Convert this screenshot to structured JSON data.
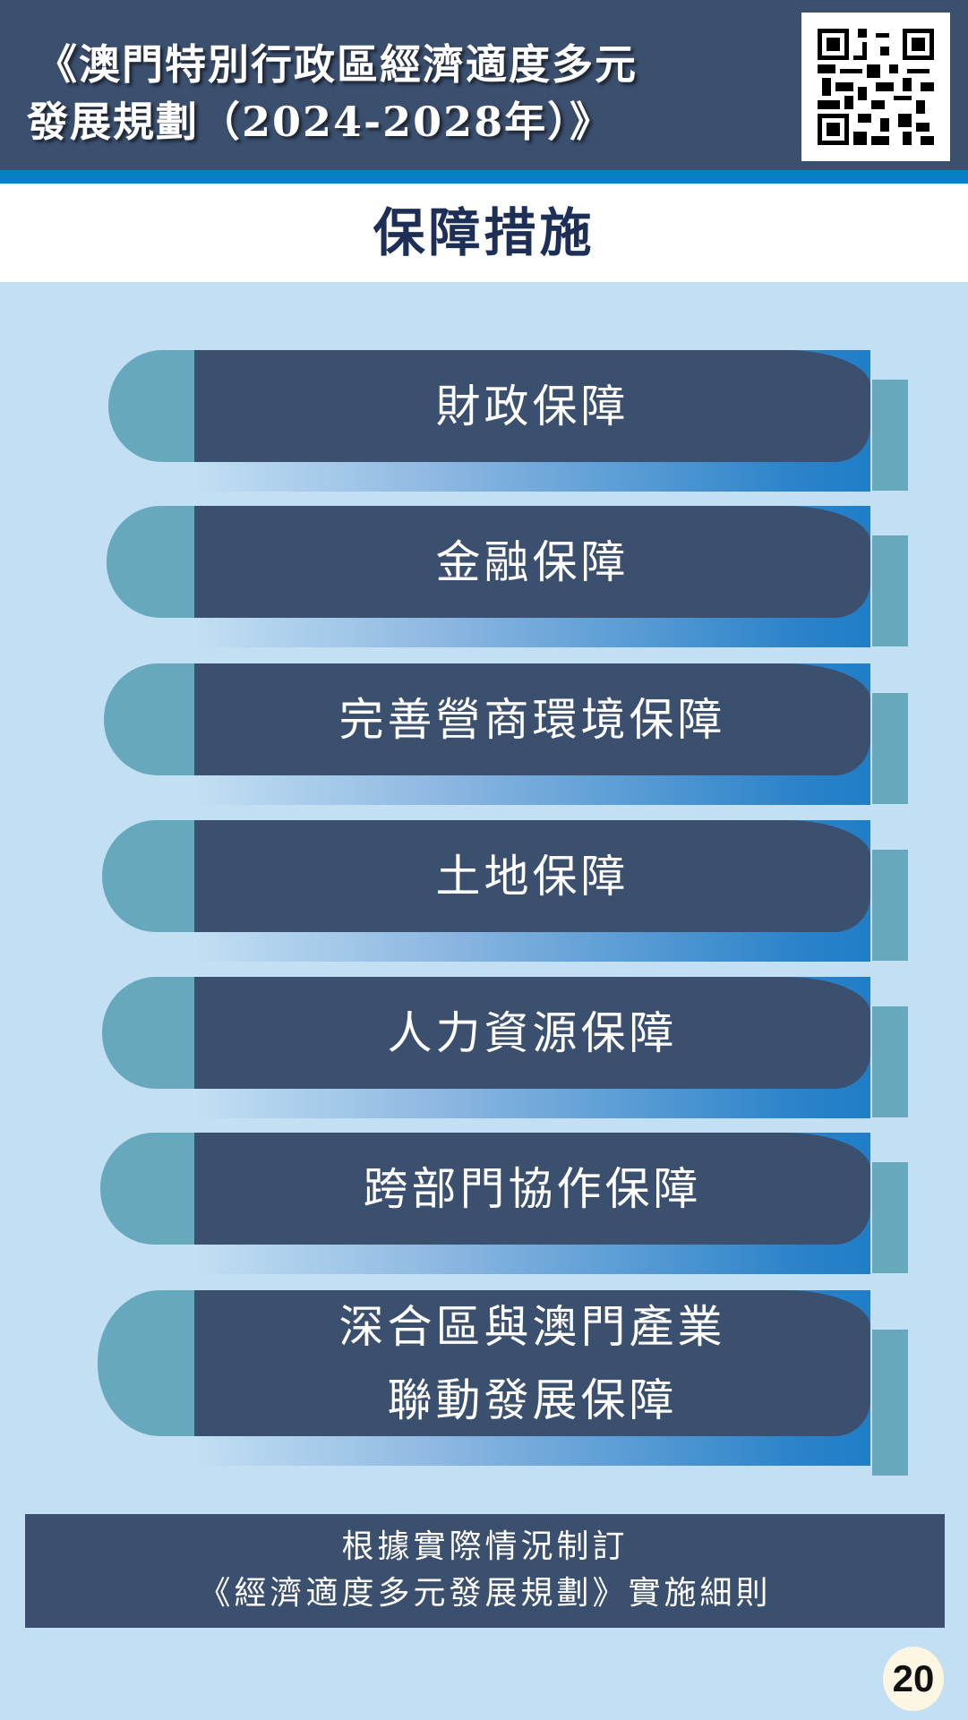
{
  "header": {
    "title_line1": "《澳門特別行政區經濟適度多元",
    "title_line2": "發展規劃（2024-2028年）》",
    "qr_icon": "qr-code"
  },
  "section_title": "保障措施",
  "items": [
    {
      "label": "財政保障"
    },
    {
      "label": "金融保障"
    },
    {
      "label": "完善營商環境保障"
    },
    {
      "label": "土地保障"
    },
    {
      "label": "人力資源保障"
    },
    {
      "label": "跨部門協作保障"
    },
    {
      "label": "深合區與澳門產業\n聯動發展保障"
    }
  ],
  "footer": {
    "line1": "根據實際情況制訂",
    "line2": "《經濟適度多元發展規劃》實施細則"
  },
  "page_number": "20",
  "colors": {
    "navy": "#3b4f6e",
    "teal": "#66a9bc",
    "background": "#c2dff3",
    "stripe": "#0680c2",
    "section_title": "#1d2f57"
  }
}
